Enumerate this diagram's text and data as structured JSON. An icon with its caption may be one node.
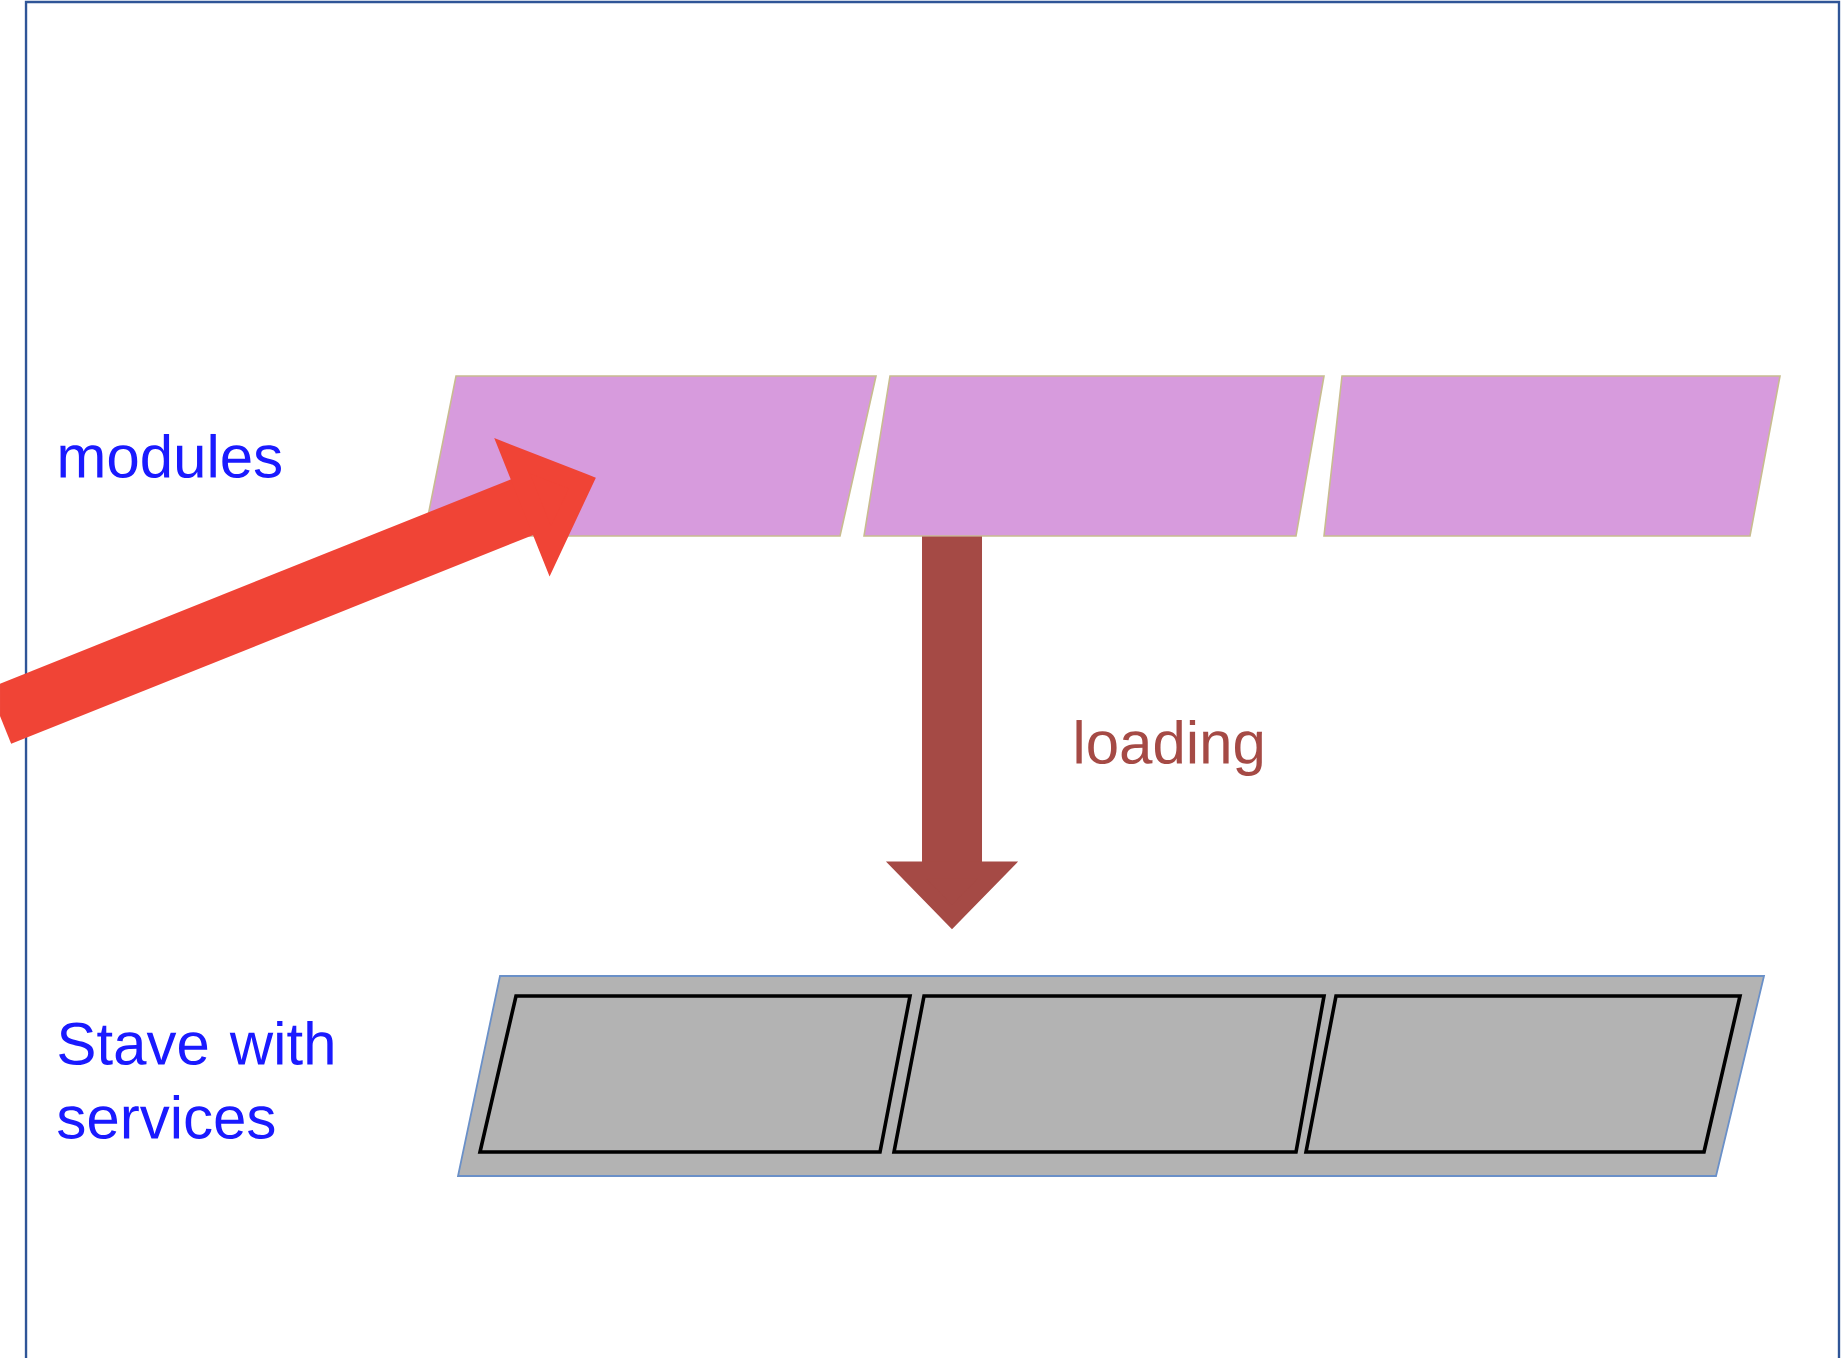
{
  "diagram": {
    "nodes": [
      {
        "text": [],
        "shape": "parallelogram"
      },
      {
        "text": [],
        "shape": "parallelogram"
      },
      {
        "text": [],
        "shape": "parallelogram"
      },
      {
        "text": [
          "Stave with services"
        ]
      },
      {
        "text": [],
        "shape": "parallelogram",
        "in": 3
      },
      {
        "text": [],
        "shape": "parallelogram",
        "in": 3
      },
      {
        "text": [],
        "shape": "parallelogram",
        "in": 3
      }
    ],
    "edges": [
      {
        "from": null,
        "to": 0,
        "arrow": "to",
        "color": "#f04436"
      },
      {
        "from": 1,
        "to": 3,
        "arrow": "to",
        "color": "#a54a45",
        "label": "loading"
      }
    ],
    "labels": [
      "modules"
    ]
  }
}
